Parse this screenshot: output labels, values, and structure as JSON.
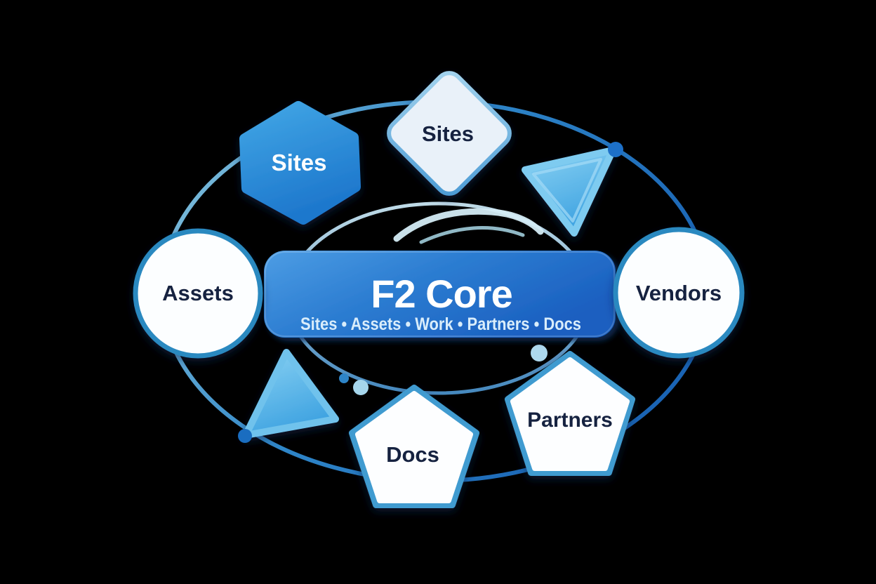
{
  "banner": {
    "title": "F2 Core",
    "subtitle": "Sites • Assets • Work • Partners • Docs",
    "gradient_start": "#4d9de4",
    "gradient_end": "#1a5fc0",
    "title_color": "#ffffff",
    "subtitle_color": "#d9edfb"
  },
  "nodes": [
    {
      "id": "sites-hexagon",
      "label": "Sites",
      "shape": "hexagon",
      "fill": "#2f93da",
      "text_color": "#ffffff"
    },
    {
      "id": "sites-diamond",
      "label": "Sites",
      "shape": "diamond",
      "fill": "#e9f1f9",
      "border": "#74b4e0",
      "text_color": "#152441"
    },
    {
      "id": "assets-circle",
      "label": "Assets",
      "shape": "circle",
      "fill": "#fcfeff",
      "border": "#2b89c0",
      "text_color": "#152441"
    },
    {
      "id": "vendors-circle",
      "label": "Vendors",
      "shape": "circle",
      "fill": "#fcfeff",
      "border": "#2b89c0",
      "text_color": "#152441"
    },
    {
      "id": "docs-pentagon",
      "label": "Docs",
      "shape": "pentagon",
      "fill": "#fdfeff",
      "border": "#3f9bd0",
      "text_color": "#152441"
    },
    {
      "id": "partners-pentagon",
      "label": "Partners",
      "shape": "pentagon",
      "fill": "#fdfeff",
      "border": "#3f9bd0",
      "text_color": "#152441"
    }
  ],
  "decorations": {
    "triangles": [
      {
        "id": "triangle-top-right",
        "fill": "#55b5e9"
      },
      {
        "id": "triangle-bottom-left",
        "fill": "#55b5e9"
      }
    ],
    "dots": [
      {
        "id": "dot-top-right-anchor",
        "color": "#1d70c8"
      },
      {
        "id": "dot-bottom-left-anchor",
        "color": "#1a6dc0"
      },
      {
        "id": "dot-small-dark",
        "color": "#2e85c8"
      },
      {
        "id": "dot-small-light",
        "color": "#a6d6ec"
      },
      {
        "id": "dot-partners-light",
        "color": "#aed9ee"
      }
    ],
    "rings": [
      {
        "id": "ring-outer",
        "color": "#1d6cba"
      },
      {
        "id": "ring-inner",
        "color": "#9fcbe2"
      }
    ]
  },
  "colors": {
    "background": "#000000",
    "node_text": "#152441",
    "ring_outer_dark": "#1a64b4",
    "ring_outer_light": "#8ec8de",
    "ring_inner_light": "#c9e6f3",
    "ring_inner_dark": "#4a90c8",
    "swoosh_light": "#d4ecf6"
  }
}
